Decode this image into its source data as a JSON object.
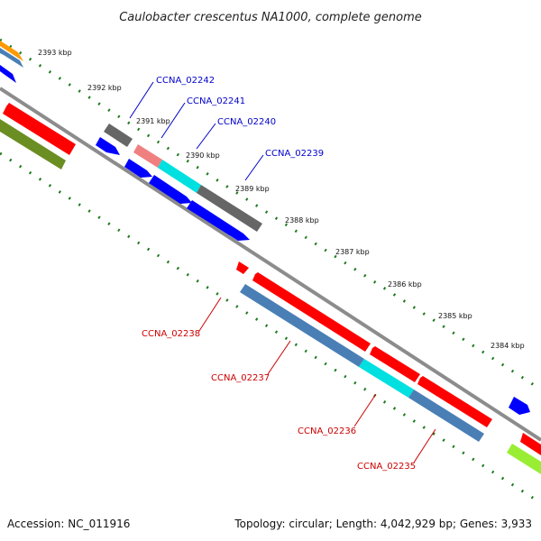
{
  "title": "Caulobacter crescentus NA1000, complete genome",
  "footer": {
    "accession": "Accession: NC_011916",
    "topology": "Topology: circular; Length: 4,042,929 bp; Genes: 3,933"
  },
  "colors": {
    "backbone": "#8c8c8c",
    "tick": "#1f7a1f",
    "forward_label": "#0000cc",
    "reverse_label": "#cc0000",
    "red": "#ff0000",
    "blue": "#0000ff",
    "steelblue": "#4a7fb5",
    "cyan": "#00e0e0",
    "gray": "#666666",
    "pink": "#f08080",
    "olive": "#6b8e23",
    "orange": "#ff9900",
    "lime": "#99ee33"
  },
  "kbp_labels": [
    "2393 kbp",
    "2392 kbp",
    "2391 kbp",
    "2390 kbp",
    "2389 kbp",
    "2388 kbp",
    "2387 kbp",
    "2386 kbp",
    "2385 kbp",
    "2384 kbp"
  ],
  "genes_forward": [
    "CCNA_02242",
    "CCNA_02241",
    "CCNA_02240",
    "CCNA_02239"
  ],
  "genes_reverse": [
    "CCNA_02238",
    "CCNA_02237",
    "CCNA_02236",
    "CCNA_02235"
  ]
}
